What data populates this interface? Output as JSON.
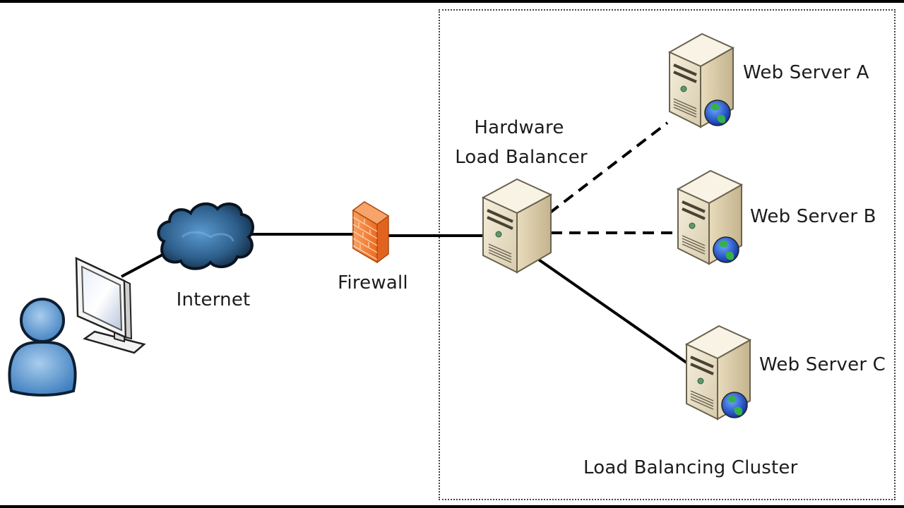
{
  "diagram": {
    "title": "Hardware Load Balancer network topology",
    "nodes": {
      "user": {
        "label": "",
        "icon": "user-icon",
        "color": "#4a86c0"
      },
      "workstation": {
        "label": "",
        "icon": "monitor-icon"
      },
      "internet": {
        "label": "Internet",
        "icon": "cloud-icon",
        "color": "#2c5a84"
      },
      "firewall": {
        "label": "Firewall",
        "icon": "firewall-icon",
        "color": "#f07a2a"
      },
      "load_balancer": {
        "label_line1": "Hardware",
        "label_line2": "Load Balancer",
        "icon": "server-icon"
      },
      "server_a": {
        "label": "Web Server A",
        "icon": "web-server-icon"
      },
      "server_b": {
        "label": "Web Server B",
        "icon": "web-server-icon"
      },
      "server_c": {
        "label": "Web Server C",
        "icon": "web-server-icon"
      }
    },
    "links": [
      {
        "from": "workstation",
        "to": "internet",
        "style": "solid"
      },
      {
        "from": "internet",
        "to": "firewall",
        "style": "solid"
      },
      {
        "from": "firewall",
        "to": "load_balancer",
        "style": "solid"
      },
      {
        "from": "load_balancer",
        "to": "server_a",
        "style": "dashed"
      },
      {
        "from": "load_balancer",
        "to": "server_b",
        "style": "dashed"
      },
      {
        "from": "load_balancer",
        "to": "server_c",
        "style": "solid"
      }
    ],
    "cluster": {
      "label": "Load Balancing Cluster",
      "border_style": "dotted"
    }
  }
}
